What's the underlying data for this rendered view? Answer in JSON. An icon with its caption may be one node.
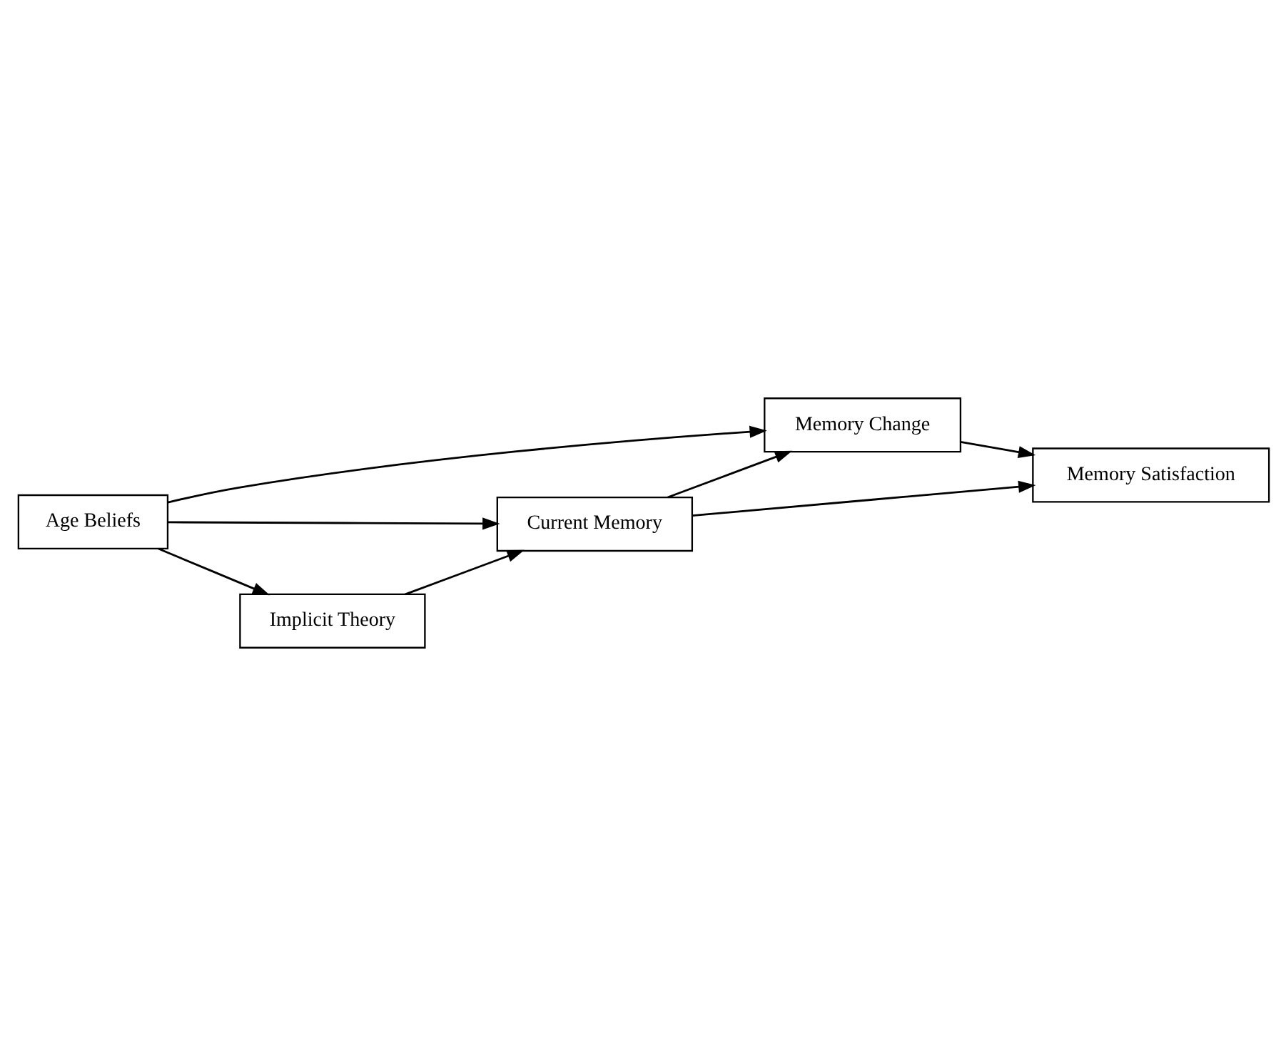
{
  "diagram": {
    "nodes": [
      {
        "text": [
          "Memory Change"
        ]
      },
      {
        "text": [
          "Age Beliefs"
        ]
      },
      {
        "text": [
          "Memory Satisfaction"
        ]
      },
      {
        "text": [
          "Current Memory"
        ]
      },
      {
        "text": [
          "Implicit Theory"
        ]
      }
    ],
    "edges": [
      {
        "from": 1,
        "to": 0,
        "arrow": "to"
      },
      {
        "from": 1,
        "to": 3,
        "arrow": "to"
      },
      {
        "from": 1,
        "to": 4,
        "arrow": "to"
      },
      {
        "from": 4,
        "to": 3,
        "arrow": "to"
      },
      {
        "from": 3,
        "to": 0,
        "arrow": "to"
      },
      {
        "from": 0,
        "to": 2,
        "arrow": "to"
      },
      {
        "from": 3,
        "to": 2,
        "arrow": "to"
      }
    ]
  }
}
